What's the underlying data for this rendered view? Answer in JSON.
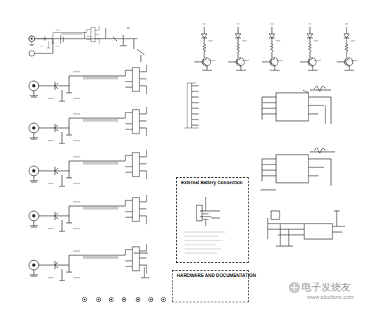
{
  "diagram": {
    "nodes": [
      {
        "text": [
          "External Battery Connection"
        ]
      },
      {
        "text": [
          "HARDWARE AND DOCUMENTATION"
        ]
      }
    ],
    "labels": [
      "电子发烧友",
      "www.elecfans.com"
    ]
  }
}
